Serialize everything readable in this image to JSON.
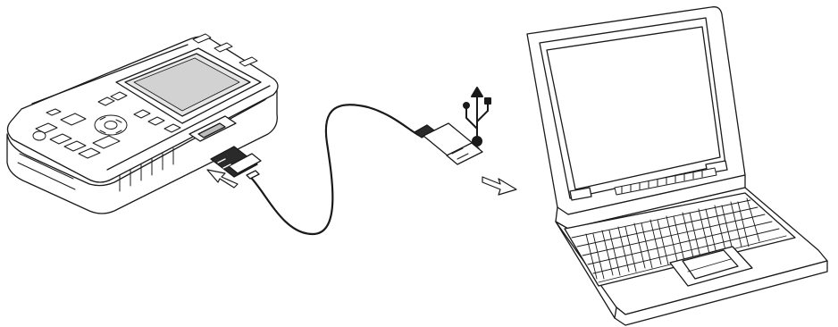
{
  "diagram": {
    "colors": {
      "line": "#1a1a1a",
      "fill": "#ffffff",
      "screen": "#e6e6e6",
      "screen_inner": "#d2d2d2",
      "shade": "#bdbdbd"
    },
    "parts": [
      {
        "id": "meter",
        "icon": "handheld-meter-icon"
      },
      {
        "id": "usb-cable",
        "icon": "usb-cable-icon"
      },
      {
        "id": "usb-symbol",
        "icon": "usb-symbol-icon"
      },
      {
        "id": "laptop",
        "icon": "laptop-icon"
      }
    ],
    "connections": [
      {
        "from": "usb-cable",
        "to": "meter",
        "direction_mark": "insert-arrow-icon"
      },
      {
        "from": "usb-cable",
        "to": "laptop",
        "direction_mark": "insert-arrow-icon"
      }
    ]
  }
}
